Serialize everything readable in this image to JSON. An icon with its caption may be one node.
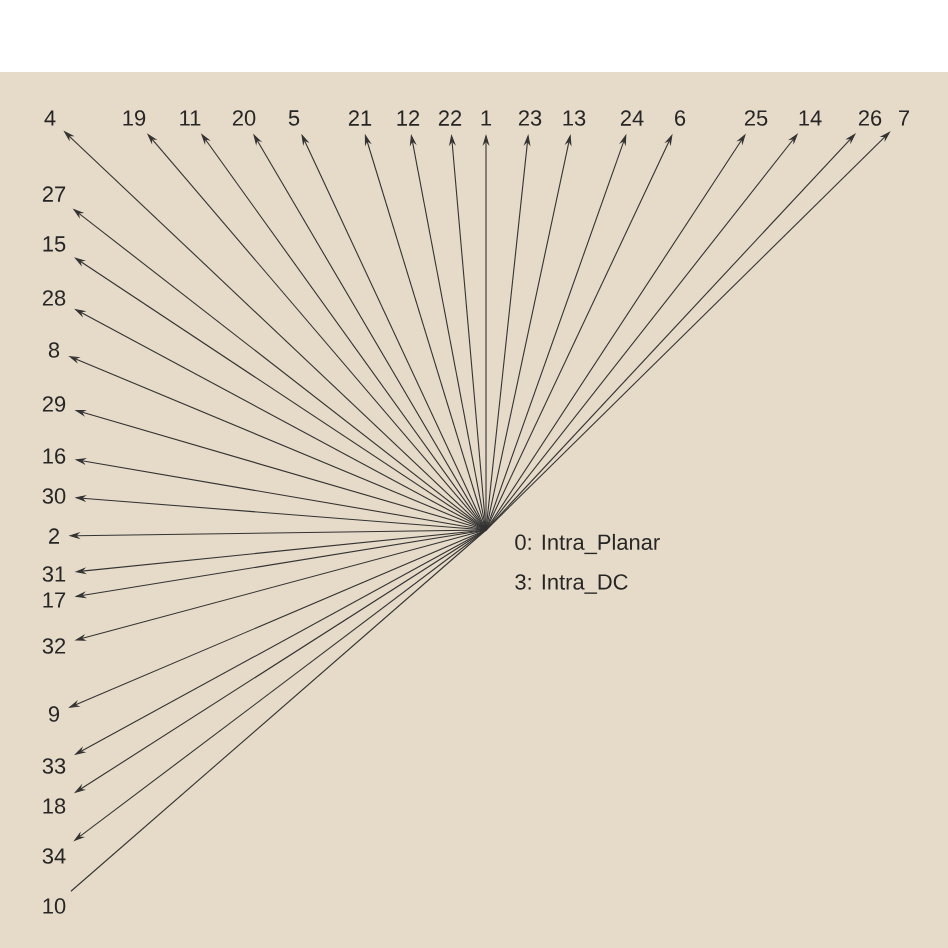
{
  "diagram": {
    "nodes": [
      {
        "text": [
          "4"
        ]
      },
      {
        "text": [
          "19"
        ]
      },
      {
        "text": [
          "11"
        ]
      },
      {
        "text": [
          "20"
        ]
      },
      {
        "text": [
          "5"
        ]
      },
      {
        "text": [
          "21"
        ]
      },
      {
        "text": [
          "12"
        ]
      },
      {
        "text": [
          "22"
        ]
      },
      {
        "text": [
          "1"
        ]
      },
      {
        "text": [
          "23"
        ]
      },
      {
        "text": [
          "13"
        ]
      },
      {
        "text": [
          "24"
        ]
      },
      {
        "text": [
          "6"
        ]
      },
      {
        "text": [
          "25"
        ]
      },
      {
        "text": [
          "14"
        ]
      },
      {
        "text": [
          "26"
        ]
      },
      {
        "text": [
          "7"
        ]
      },
      {
        "text": [
          "27"
        ]
      },
      {
        "text": [
          "15"
        ]
      },
      {
        "text": [
          "28"
        ]
      },
      {
        "text": [
          "8"
        ]
      },
      {
        "text": [
          "29"
        ]
      },
      {
        "text": [
          "16"
        ]
      },
      {
        "text": [
          "30"
        ]
      },
      {
        "text": [
          "2"
        ]
      },
      {
        "text": [
          "31"
        ]
      },
      {
        "text": [
          "17"
        ]
      },
      {
        "text": [
          "32"
        ]
      },
      {
        "text": [
          "9"
        ]
      },
      {
        "text": [
          "33"
        ]
      },
      {
        "text": [
          "18"
        ]
      },
      {
        "text": [
          "34"
        ]
      },
      {
        "text": [
          "10"
        ]
      }
    ],
    "edges": [
      {
        "from": null,
        "to": 0,
        "arrow": "to"
      },
      {
        "from": null,
        "to": 1,
        "arrow": "to"
      },
      {
        "from": null,
        "to": 2,
        "arrow": "to"
      },
      {
        "from": null,
        "to": 3,
        "arrow": "to"
      },
      {
        "from": null,
        "to": 4,
        "arrow": "to"
      },
      {
        "from": null,
        "to": 5,
        "arrow": "to"
      },
      {
        "from": null,
        "to": 6,
        "arrow": "to"
      },
      {
        "from": null,
        "to": 7,
        "arrow": "to"
      },
      {
        "from": null,
        "to": 8,
        "arrow": "to"
      },
      {
        "from": null,
        "to": 9,
        "arrow": "to"
      },
      {
        "from": null,
        "to": 10,
        "arrow": "to"
      },
      {
        "from": null,
        "to": 11,
        "arrow": "to"
      },
      {
        "from": null,
        "to": 12,
        "arrow": "to"
      },
      {
        "from": null,
        "to": 13,
        "arrow": "to"
      },
      {
        "from": null,
        "to": 14,
        "arrow": "to"
      },
      {
        "from": null,
        "to": 15,
        "arrow": "to"
      },
      {
        "from": null,
        "to": 16,
        "arrow": "to"
      },
      {
        "from": null,
        "to": 17,
        "arrow": "to"
      },
      {
        "from": null,
        "to": 18,
        "arrow": "to"
      },
      {
        "from": null,
        "to": 19,
        "arrow": "to"
      },
      {
        "from": null,
        "to": 20,
        "arrow": "to"
      },
      {
        "from": null,
        "to": 21,
        "arrow": "to"
      },
      {
        "from": null,
        "to": 22,
        "arrow": "to"
      },
      {
        "from": null,
        "to": 23,
        "arrow": "to"
      },
      {
        "from": null,
        "to": 24,
        "arrow": "to"
      },
      {
        "from": null,
        "to": 25,
        "arrow": "to"
      },
      {
        "from": null,
        "to": 26,
        "arrow": "to"
      },
      {
        "from": null,
        "to": 27,
        "arrow": "to"
      },
      {
        "from": null,
        "to": 28,
        "arrow": "to"
      },
      {
        "from": null,
        "to": 29,
        "arrow": "to"
      },
      {
        "from": null,
        "to": 30,
        "arrow": "to"
      },
      {
        "from": null,
        "to": 31,
        "arrow": "to"
      },
      {
        "from": null,
        "to": 32,
        "arrow": "none"
      }
    ],
    "labels": [
      "0: Intra_Planar",
      "3: Intra_DC"
    ]
  }
}
